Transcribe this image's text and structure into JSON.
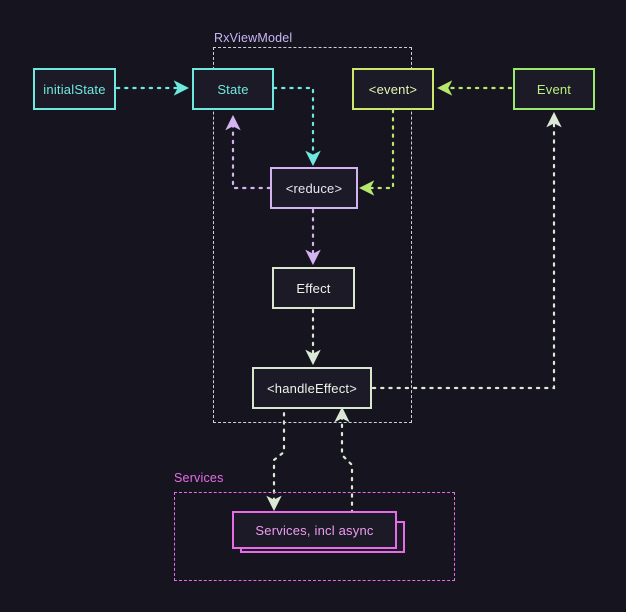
{
  "diagram": {
    "title_label": "RxViewModel",
    "background_color": "#16151f",
    "groups": [
      {
        "id": "rxviewmodel",
        "label": "RxViewModel",
        "label_color": "#c9b6f5",
        "border_color": "#cfcfd6"
      },
      {
        "id": "services",
        "label": "Services",
        "label_color": "#e86ce8",
        "border_color": "#e86ce8"
      }
    ],
    "nodes": [
      {
        "id": "initialState",
        "label": "initialState",
        "color": "#6fe8e0"
      },
      {
        "id": "state",
        "label": "State",
        "color": "#6fe8e0"
      },
      {
        "id": "eventGeneric",
        "label": "<event>",
        "color": "#cbe86c"
      },
      {
        "id": "event",
        "label": "Event",
        "color": "#9ae86c"
      },
      {
        "id": "reduce",
        "label": "<reduce>",
        "color": "#d4b4f0"
      },
      {
        "id": "effect",
        "label": "Effect",
        "color": "#d7e8cf"
      },
      {
        "id": "handleEffect",
        "label": "<handleEffect>",
        "color": "#d7e8cf"
      },
      {
        "id": "services",
        "label": "Services, incl async",
        "color": "#e86ce8"
      }
    ],
    "edges": [
      {
        "from": "initialState",
        "to": "state",
        "color": "#6fe8e0"
      },
      {
        "from": "state",
        "to": "reduce",
        "color": "#6fe8e0"
      },
      {
        "from": "reduce",
        "to": "state",
        "color": "#d4b4f0"
      },
      {
        "from": "event",
        "to": "eventGeneric",
        "color": "#b6e86c"
      },
      {
        "from": "eventGeneric",
        "to": "reduce",
        "color": "#b6e86c"
      },
      {
        "from": "reduce",
        "to": "effect",
        "color": "#d4b4f0"
      },
      {
        "from": "effect",
        "to": "handleEffect",
        "color": "#d7e8cf"
      },
      {
        "from": "handleEffect",
        "to": "services",
        "color": "#d7e8cf"
      },
      {
        "from": "handleEffect",
        "to": "event",
        "color": "#d7e8cf"
      },
      {
        "from": "services",
        "to": "handleEffect",
        "color": "#d7e8cf"
      }
    ]
  }
}
